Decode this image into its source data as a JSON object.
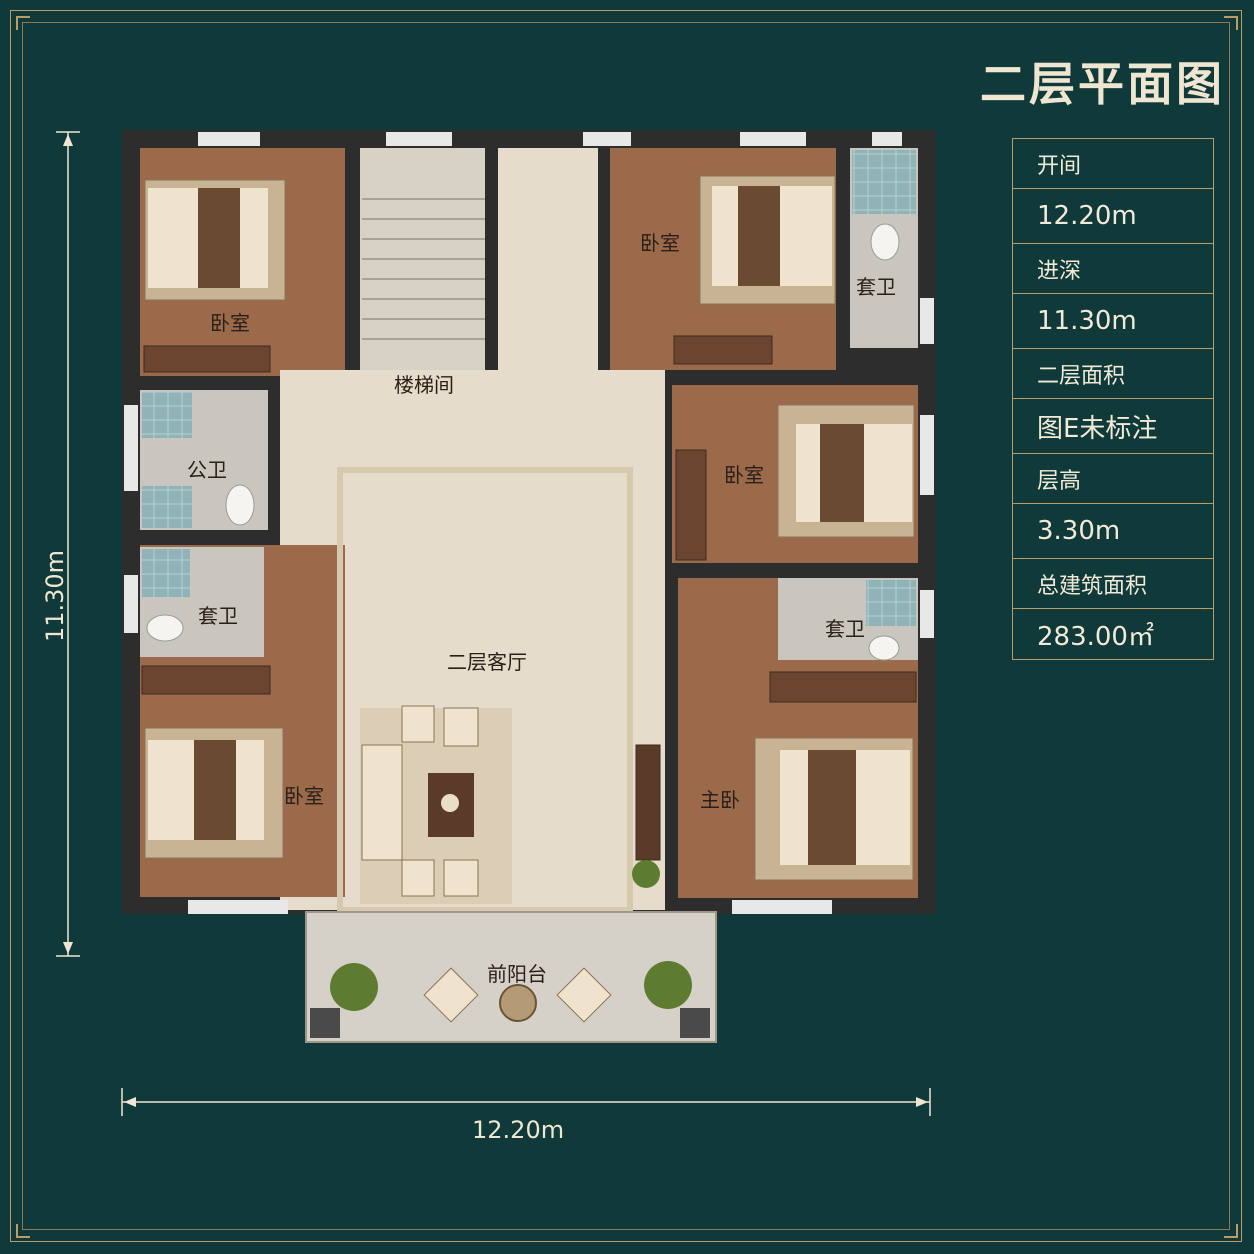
{
  "title": "二层平面图",
  "info": [
    {
      "label": "开间",
      "value": "12.20m"
    },
    {
      "label": "进深",
      "value": "11.30m"
    },
    {
      "label": "二层面积",
      "value": "图E未标注"
    },
    {
      "label": "层高",
      "value": "3.30m"
    },
    {
      "label": "总建筑面积",
      "value": "283.00㎡"
    }
  ],
  "dimensions": {
    "width": "12.20m",
    "depth": "11.30m"
  },
  "rooms": {
    "bedroom_nw": "卧室",
    "stairwell": "楼梯间",
    "bedroom_ne": "卧室",
    "ensuite_ne": "套卫",
    "public_bath": "公卫",
    "bedroom_e": "卧室",
    "ensuite_w": "套卫",
    "ensuite_se": "套卫",
    "living": "二层客厅",
    "bedroom_sw": "卧室",
    "master": "主卧",
    "balcony": "前阳台"
  },
  "colors": {
    "background": "#0f3a39",
    "wall": "#2d2d2d",
    "wood_floor": "#9a6a4b",
    "tile_floor": "#e6dccb",
    "bath_floor": "#c9c6c0",
    "accent_gold": "#b79d6a"
  }
}
